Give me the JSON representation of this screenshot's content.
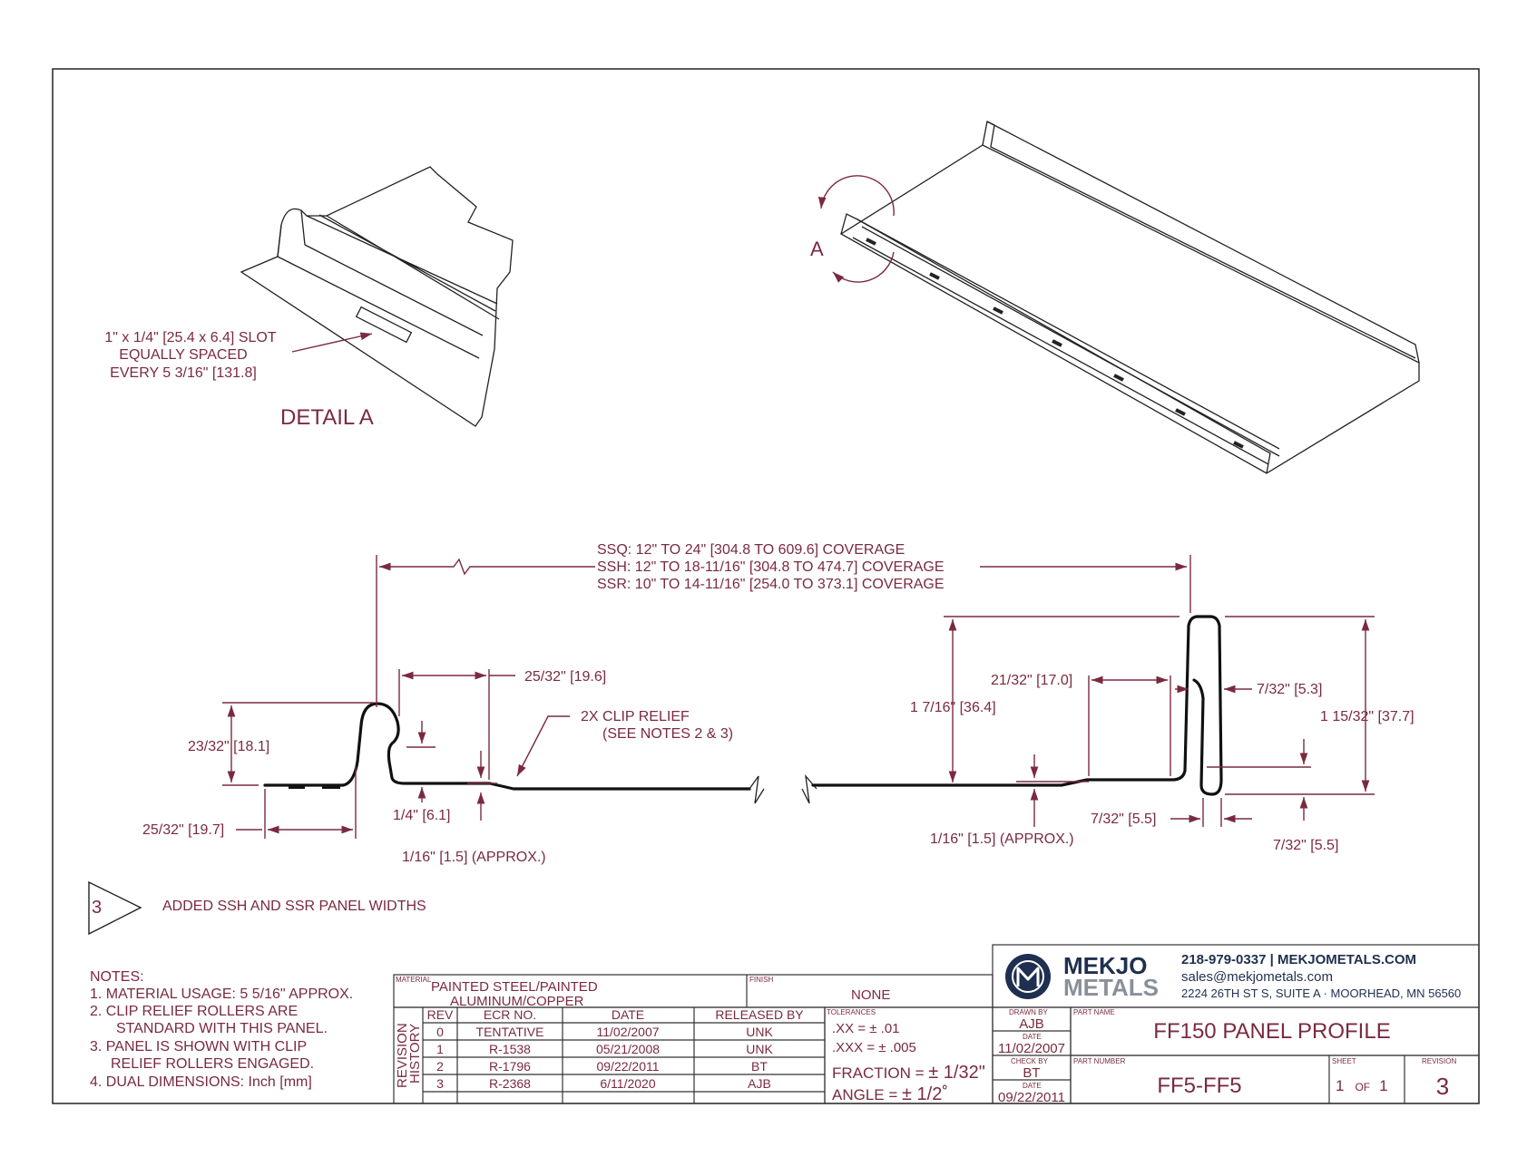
{
  "detail": {
    "slot_line1": "1\" x 1/4\" [25.4 x 6.4] SLOT",
    "slot_line2": "EQUALLY SPACED",
    "slot_line3": "EVERY 5 3/16\" [131.8]",
    "title": "DETAIL  A",
    "callout": "A"
  },
  "coverage": {
    "ssq": "SSQ:  12\" TO 24\" [304.8 TO 609.6] COVERAGE",
    "ssh": "SSH:  12\" TO 18-11/16\" [304.8 TO 474.7] COVERAGE",
    "ssr": "SSR:  10\" TO 14-11/16\" [254.0 TO 373.1] COVERAGE"
  },
  "dims": {
    "d1": "25/32\" [19.6]",
    "d2": "2X CLIP RELIEF",
    "d2b": "(SEE NOTES 2 & 3)",
    "d3": "23/32\" [18.1]",
    "d4": "1/4\" [6.1]",
    "d5": "25/32\" [19.7]",
    "d6": "1/16\" [1.5] (APPROX.)",
    "d7": "21/32\" [17.0]",
    "d8": "1 7/16\" [36.4]",
    "d9": "7/32\" [5.3]",
    "d10": "1 15/32\" [37.7]",
    "d11": "7/32\" [5.5]",
    "d12": "1/16\" [1.5] (APPROX.)",
    "d13": "7/32\" [5.5]"
  },
  "revision_note": {
    "num": "3",
    "text": "ADDED SSH AND SSR PANEL WIDTHS"
  },
  "notes": {
    "title": "NOTES:",
    "n1": "1.  MATERIAL USAGE: 5 5/16\" APPROX.",
    "n2a": "2.  CLIP RELIEF ROLLERS ARE",
    "n2b": "STANDARD WITH THIS PANEL.",
    "n3a": "3.  PANEL IS SHOWN WITH CLIP",
    "n3b": "RELIEF ROLLERS ENGAGED.",
    "n4": "4.  DUAL DIMENSIONS: Inch [mm]"
  },
  "titleblock": {
    "material_label": "MATERIAL",
    "material_1": "PAINTED STEEL/PAINTED",
    "material_2": "ALUMINUM/COPPER",
    "finish_label": "FINISH",
    "finish": "NONE",
    "rev_history_label1": "REVISION",
    "rev_history_label2": "HISTORY",
    "headers": [
      "REV",
      "ECR NO.",
      "DATE",
      "RELEASED BY"
    ],
    "rows": [
      [
        "0",
        "TENTATIVE",
        "11/02/2007",
        "UNK"
      ],
      [
        "1",
        "R-1538",
        "05/21/2008",
        "UNK"
      ],
      [
        "2",
        "R-1796",
        "09/22/2011",
        "BT"
      ],
      [
        "3",
        "R-2368",
        "6/11/2020",
        "AJB"
      ]
    ],
    "tol_label": "TOLERANCES",
    "tol_xx": ".XX = ± .01",
    "tol_xxx": ".XXX = ± .005",
    "tol_frac_a": "FRACTION = ",
    "tol_frac_b": "± 1/32\"",
    "tol_ang_a": "ANGLE = ",
    "tol_ang_b": "± 1/2˚",
    "drawn_label": "DRAWN BY",
    "drawn": "AJB",
    "date_label": "DATE",
    "drawn_date": "11/02/2007",
    "check_label": "CHECK BY",
    "check": "BT",
    "check_date": "09/22/2011",
    "partname_label": "PART NAME",
    "partname": "FF150 PANEL PROFILE",
    "partnum_label": "PART NUMBER",
    "partnum": "FF5-FF5",
    "sheet_label": "SHEET",
    "sheet_a": "1",
    "sheet_of": "OF",
    "sheet_b": "1",
    "revision_label": "REVISION",
    "revision": "3"
  },
  "company": {
    "name1": "MEKJO",
    "name2": "METALS",
    "phone": "218-979-0337 | MEKJOMETALS.COM",
    "email": "sales@mekjometals.com",
    "address": "2224 26TH ST S, SUITE A · MOORHEAD, MN 56560",
    "navy": "#1f2f4f",
    "grey": "#8a8f99",
    "accent": "#7a2a40"
  }
}
